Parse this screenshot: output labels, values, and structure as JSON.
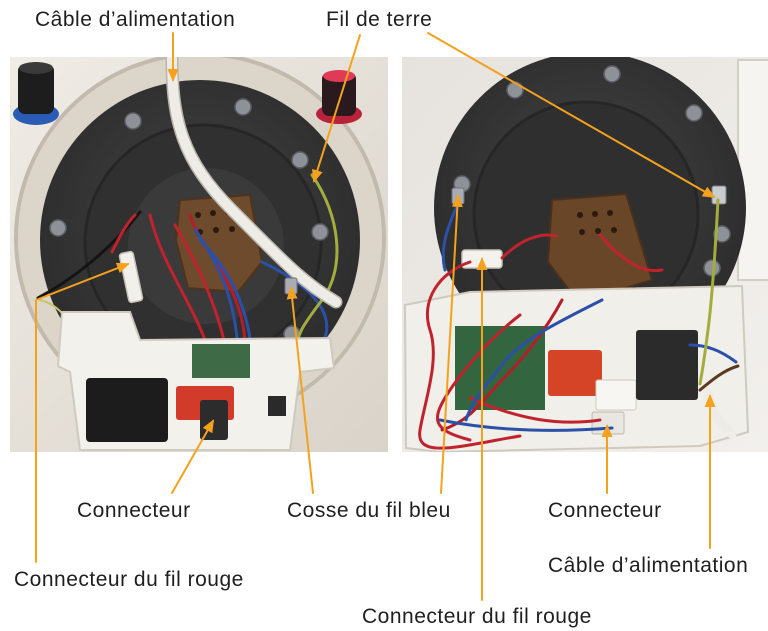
{
  "labels": {
    "power_cable_top": "Câble d’alimentation",
    "earth_wire": "Fil de terre",
    "connector_left": "Connecteur",
    "blue_wire_lug": "Cosse du fil bleu",
    "connector_right": "Connecteur",
    "power_cable_right": "Câble d’alimentation",
    "red_wire_connector_left": "Connecteur du fil rouge",
    "red_wire_connector_bottom": "Connecteur du fil rouge"
  },
  "colors": {
    "arrow": "#f4a21e",
    "label_text": "#1f1f1f",
    "background": "#ffffff"
  }
}
